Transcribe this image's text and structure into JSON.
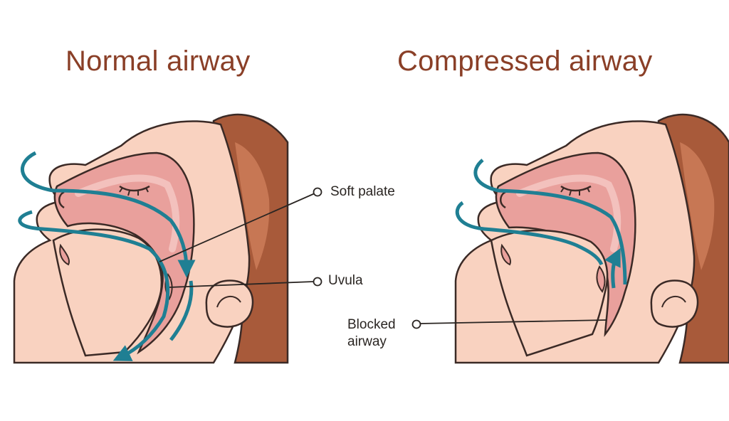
{
  "titles": {
    "left": "Normal airway",
    "right": "Compressed airway"
  },
  "labels": {
    "soft_palate": "Soft palate",
    "uvula": "Uvula",
    "blocked_airway_line1": "Blocked",
    "blocked_airway_line2": "airway"
  },
  "colors": {
    "title": "#8a3f27",
    "skin": "#f9d2c0",
    "skin_shade": "#f0b9a6",
    "cavity": "#e9a09c",
    "cavity_light": "#f3c1bd",
    "hair": "#a85a3a",
    "hair_shade": "#c77754",
    "outline": "#3b2a26",
    "airflow": "#1f7f93"
  }
}
